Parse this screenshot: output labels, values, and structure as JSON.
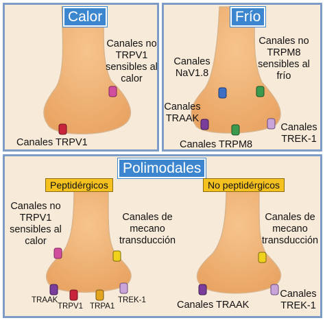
{
  "colors": {
    "border": "#7d9bc7",
    "title_bg": "#3c86d0",
    "sub_bg": "#f5c11f",
    "neuron": "#f2b879",
    "channel_trpv1": "#c8253a",
    "channel_calor": "#d14d9e",
    "channel_nav": "#3d6fc4",
    "channel_trpm8": "#3c9a4e",
    "channel_traak": "#7b3d9b",
    "channel_trek": "#c9a4d8",
    "channel_trpa1": "#e3a51f",
    "channel_mecano": "#f0d21d"
  },
  "calor": {
    "title": "Calor",
    "label_no_trpv1": "Canales no\nTRPV1\nsensibles al\ncalor",
    "label_trpv1": "Canales TRPV1"
  },
  "frio": {
    "title": "Frío",
    "label_nav": "Canales\nNaV1.8",
    "label_no_trpm8": "Canales no\nTRPM8\nsensibles al\nfrío",
    "label_traak": "Canales\nTRAAK",
    "label_trek": "Canales\nTREK-1",
    "label_trpm8": "Canales TRPM8"
  },
  "poli": {
    "title": "Polimodales",
    "pep": {
      "title": "Peptidérgicos",
      "label_no_trpv1": "Canales no\nTRPV1\nsensibles al\ncalor",
      "label_mecano": "Canales  de\nmecano\ntransducción",
      "label_traak": "TRAAK",
      "label_trpv1": "TRPV1",
      "label_trpa1": "TRPA1",
      "label_trek": "TREK-1"
    },
    "nopep": {
      "title": "No peptidérgicos",
      "label_mecano": "Canales  de\nmecano\ntransducción",
      "label_traak": "Canales TRAAK",
      "label_trek": "Canales\nTREK-1"
    }
  }
}
